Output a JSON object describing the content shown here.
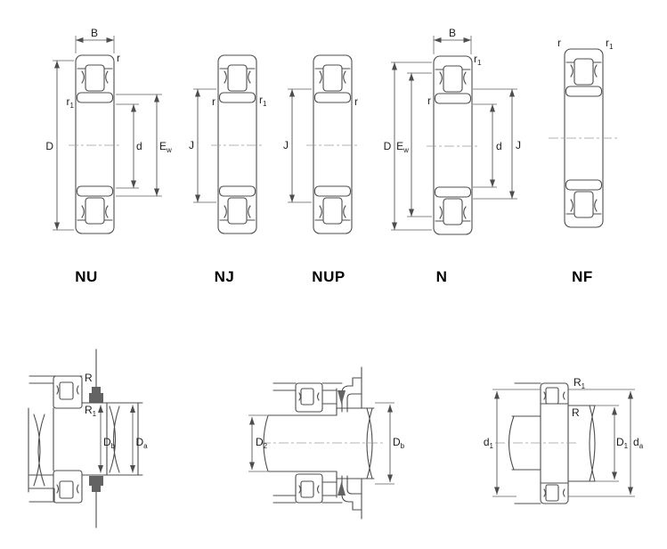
{
  "palette": {
    "background": "#ffffff",
    "line": "#4d4d4d",
    "label_text": "#1c1c1c",
    "type_text": "#000000"
  },
  "top_row": [
    {
      "type_label": "NU",
      "dim_B": "B",
      "dim_D": "D",
      "dim_d": "d",
      "dim_E_base": "E",
      "dim_E_sub": "w",
      "fillet_r": "r",
      "fillet_r1_base": "r",
      "fillet_r1_sub": "1"
    },
    {
      "type_label": "NJ",
      "dim_J": "J",
      "fillet_r": "r",
      "fillet_r1_base": "r",
      "fillet_r1_sub": "1"
    },
    {
      "type_label": "NUP",
      "dim_J": "J",
      "fillet_r": "r"
    },
    {
      "type_label": "N",
      "dim_B": "B",
      "dim_D": "D",
      "dim_E_base": "E",
      "dim_E_sub": "w",
      "dim_d": "d",
      "dim_J": "J",
      "fillet_r": "r",
      "fillet_r1_base": "r",
      "fillet_r1_sub": "1"
    },
    {
      "type_label": "NF",
      "fillet_r": "r",
      "fillet_r1_base": "r",
      "fillet_r1_sub": "1"
    }
  ],
  "bottom_row": [
    {
      "fillet_R": "R",
      "fillet_R1_base": "R",
      "fillet_R1_sub": "1",
      "dim_left_base": "D",
      "dim_left_sub": "b",
      "dim_right_base": "D",
      "dim_right_sub": "a"
    },
    {
      "dim_left_base": "D",
      "dim_left_sub": "2",
      "dim_right_base": "D",
      "dim_right_sub": "b"
    },
    {
      "fillet_R1_base": "R",
      "fillet_R1_sub": "1",
      "fillet_R": "R",
      "dim_left_base": "d",
      "dim_left_sub": "1",
      "dim_mid_base": "D",
      "dim_mid_sub": "1",
      "dim_right_base": "d",
      "dim_right_sub": "a"
    }
  ]
}
